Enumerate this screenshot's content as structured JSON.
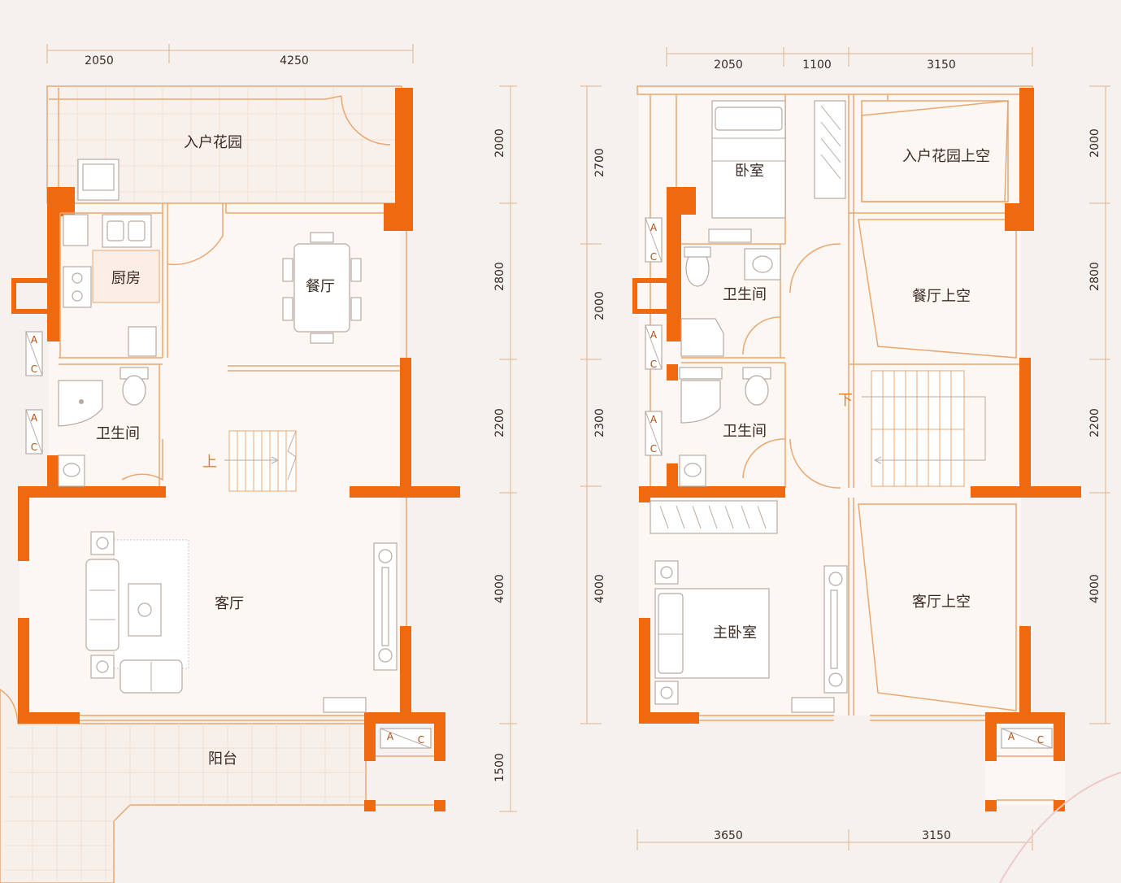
{
  "colors": {
    "wall": "#ef6a0f",
    "floor": "#fdf7f3",
    "background": "#f4f1ef",
    "thin_line": "#e9a770"
  },
  "plan_left": {
    "rooms": {
      "entry_garden": "入户花园",
      "kitchen": "厨房",
      "dining": "餐厅",
      "bathroom": "卫生间",
      "living": "客厅",
      "balcony": "阳台",
      "stairs_up": "上"
    },
    "top_dims": [
      "2050",
      "4250"
    ],
    "right_dims": [
      "2000",
      "2800",
      "2200",
      "4000",
      "1500"
    ]
  },
  "plan_right": {
    "rooms": {
      "bedroom": "卧室",
      "bathroom_1": "卫生间",
      "bathroom_2": "卫生间",
      "master_bedroom": "主卧室",
      "garden_void": "入户花园上空",
      "dining_void": "餐厅上空",
      "living_void": "客厅上空",
      "stairs_down": "下"
    },
    "top_dims": [
      "2050",
      "1100",
      "3150"
    ],
    "left_dims": [
      "2700",
      "2000",
      "2300",
      "4000"
    ],
    "right_dims": [
      "2000",
      "2800",
      "2200",
      "4000"
    ],
    "bottom_dims": [
      "3650",
      "3150"
    ]
  },
  "ac_labels": {
    "a": "A",
    "c": "C"
  }
}
